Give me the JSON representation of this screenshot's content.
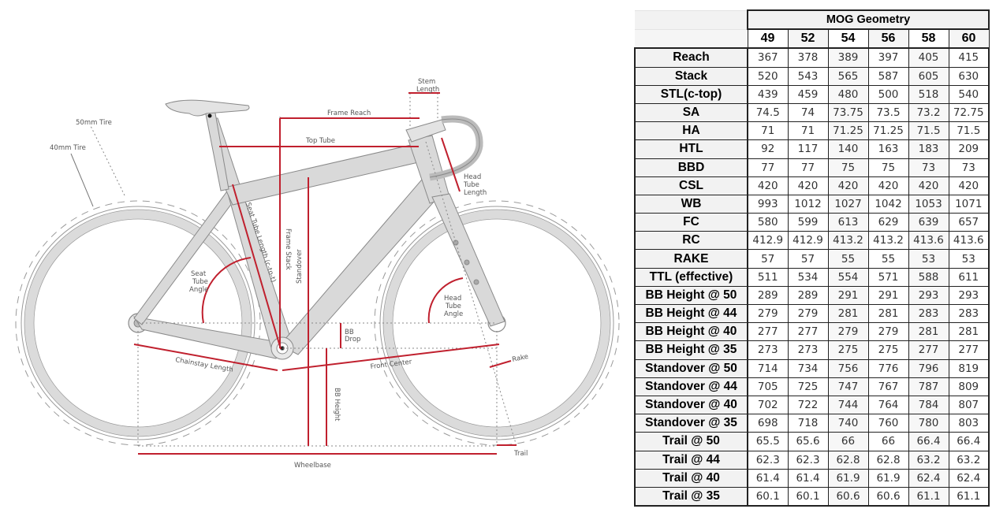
{
  "diagram": {
    "labels": {
      "tire_50": "50mm Tire",
      "tire_40": "40mm Tire",
      "stem_length_1": "Stem",
      "stem_length_2": "Length",
      "frame_reach": "Frame Reach",
      "top_tube": "Top Tube",
      "head_tube_length_1": "Head",
      "head_tube_length_2": "Tube",
      "head_tube_length_3": "Length",
      "seat_tube_length": "Seat Tube Length (c-to-t)",
      "frame_stack": "Frame Stack",
      "standover": "Standover",
      "seat_tube_angle_1": "Seat",
      "seat_tube_angle_2": "Tube",
      "seat_tube_angle_3": "Angle",
      "head_tube_angle_1": "Head",
      "head_tube_angle_2": "Tube",
      "head_tube_angle_3": "Angle",
      "bb_drop_1": "BB",
      "bb_drop_2": "Drop",
      "chainstay_length": "Chainstay Length",
      "front_center": "Front Center",
      "bb_height": "BB Height",
      "rake": "Rake",
      "trail": "Trail",
      "wheelbase": "Wheelbase"
    },
    "colors": {
      "measure_line": "#c0202e",
      "frame_fill": "#d9d9d9",
      "frame_stroke": "#8a8a8a",
      "guide": "#888888"
    }
  },
  "table": {
    "title": "MOG Geometry",
    "sizes": [
      "49",
      "52",
      "54",
      "56",
      "58",
      "60"
    ],
    "rows": [
      {
        "label": "Reach",
        "values": [
          "367",
          "378",
          "389",
          "397",
          "405",
          "415"
        ]
      },
      {
        "label": "Stack",
        "values": [
          "520",
          "543",
          "565",
          "587",
          "605",
          "630"
        ]
      },
      {
        "label": "STL(c-top)",
        "values": [
          "439",
          "459",
          "480",
          "500",
          "518",
          "540"
        ]
      },
      {
        "label": "SA",
        "values": [
          "74.5",
          "74",
          "73.75",
          "73.5",
          "73.2",
          "72.75"
        ]
      },
      {
        "label": "HA",
        "values": [
          "71",
          "71",
          "71.25",
          "71.25",
          "71.5",
          "71.5"
        ]
      },
      {
        "label": "HTL",
        "values": [
          "92",
          "117",
          "140",
          "163",
          "183",
          "209"
        ]
      },
      {
        "label": "BBD",
        "values": [
          "77",
          "77",
          "75",
          "75",
          "73",
          "73"
        ]
      },
      {
        "label": "CSL",
        "values": [
          "420",
          "420",
          "420",
          "420",
          "420",
          "420"
        ]
      },
      {
        "label": "WB",
        "values": [
          "993",
          "1012",
          "1027",
          "1042",
          "1053",
          "1071"
        ]
      },
      {
        "label": "FC",
        "values": [
          "580",
          "599",
          "613",
          "629",
          "639",
          "657"
        ]
      },
      {
        "label": "RC",
        "values": [
          "412.9",
          "412.9",
          "413.2",
          "413.2",
          "413.6",
          "413.6"
        ]
      },
      {
        "label": "RAKE",
        "values": [
          "57",
          "57",
          "55",
          "55",
          "53",
          "53"
        ]
      },
      {
        "label": "TTL (effective)",
        "values": [
          "511",
          "534",
          "554",
          "571",
          "588",
          "611"
        ]
      },
      {
        "label": "BB Height @ 50",
        "values": [
          "289",
          "289",
          "291",
          "291",
          "293",
          "293"
        ]
      },
      {
        "label": "BB Height @ 44",
        "values": [
          "279",
          "279",
          "281",
          "281",
          "283",
          "283"
        ]
      },
      {
        "label": "BB Height @ 40",
        "values": [
          "277",
          "277",
          "279",
          "279",
          "281",
          "281"
        ]
      },
      {
        "label": "BB Height @ 35",
        "values": [
          "273",
          "273",
          "275",
          "275",
          "277",
          "277"
        ]
      },
      {
        "label": "Standover @ 50",
        "values": [
          "714",
          "734",
          "756",
          "776",
          "796",
          "819"
        ]
      },
      {
        "label": "Standover @ 44",
        "values": [
          "705",
          "725",
          "747",
          "767",
          "787",
          "809"
        ]
      },
      {
        "label": "Standover @ 40",
        "values": [
          "702",
          "722",
          "744",
          "764",
          "784",
          "807"
        ]
      },
      {
        "label": "Standover @ 35",
        "values": [
          "698",
          "718",
          "740",
          "760",
          "780",
          "803"
        ]
      },
      {
        "label": "Trail @ 50",
        "values": [
          "65.5",
          "65.6",
          "66",
          "66",
          "66.4",
          "66.4"
        ]
      },
      {
        "label": "Trail @ 44",
        "values": [
          "62.3",
          "62.3",
          "62.8",
          "62.8",
          "63.2",
          "63.2"
        ]
      },
      {
        "label": "Trail @ 40",
        "values": [
          "61.4",
          "61.4",
          "61.9",
          "61.9",
          "62.4",
          "62.4"
        ]
      },
      {
        "label": "Trail @ 35",
        "values": [
          "60.1",
          "60.1",
          "60.6",
          "60.6",
          "61.1",
          "61.1"
        ]
      }
    ]
  }
}
